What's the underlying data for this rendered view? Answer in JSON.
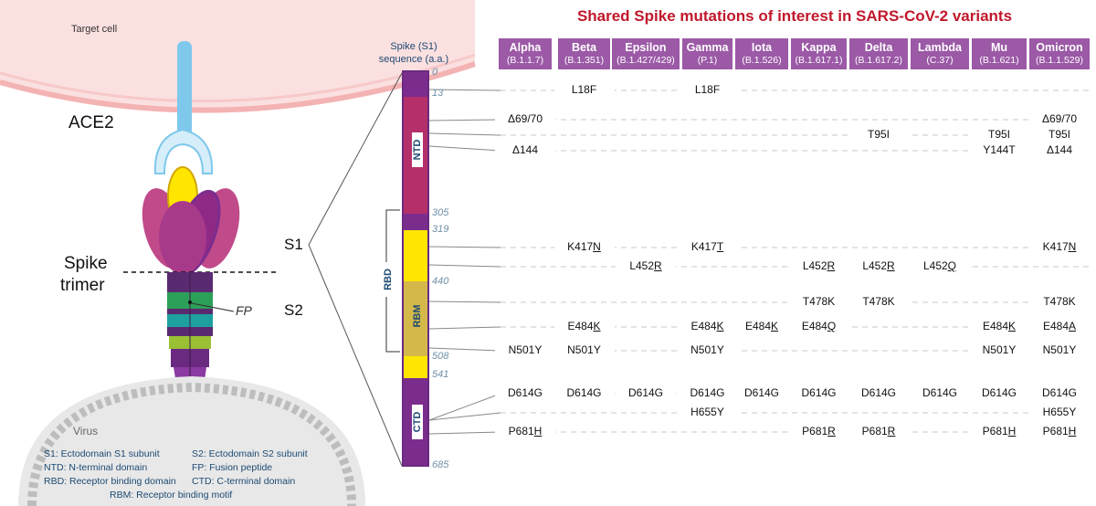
{
  "title": "Shared Spike mutations of interest in SARS-CoV-2 variants",
  "labels": {
    "target_cell": "Target cell",
    "ace2": "ACE2",
    "spike_trimer_1": "Spike",
    "spike_trimer_2": "trimer",
    "s1": "S1",
    "s2": "S2",
    "fp": "FP",
    "virus": "Virus",
    "sequence_header_1": "Spike (S1)",
    "sequence_header_2": "sequence (a.a.)"
  },
  "domains": {
    "ntd": "NTD",
    "rbd": "RBD",
    "rbm": "RBM",
    "ctd": "CTD"
  },
  "legend": {
    "s1": "S1: Ectodomain S1 subunit",
    "s2": "S2: Ectodomain S2 subunit",
    "ntd": "NTD: N-terminal domain",
    "fp": "FP: Fusion peptide",
    "rbd": "RBD: Receptor binding domain",
    "ctd": "CTD: C-terminal domain",
    "rbm": "RBM: Receptor binding motif"
  },
  "ticks": [
    "0",
    "13",
    "305",
    "319",
    "440",
    "508",
    "541",
    "685"
  ],
  "variants": [
    {
      "name": "Alpha",
      "lineage": "(B.1.1.7)"
    },
    {
      "name": "Beta",
      "lineage": "(B.1.351)"
    },
    {
      "name": "Epsilon",
      "lineage": "(B.1.427/429)"
    },
    {
      "name": "Gamma",
      "lineage": "(P.1)"
    },
    {
      "name": "Iota",
      "lineage": "(B.1.526)"
    },
    {
      "name": "Kappa",
      "lineage": "(B.1.617.1)"
    },
    {
      "name": "Delta",
      "lineage": "(B.1.617.2)"
    },
    {
      "name": "Lambda",
      "lineage": "(C.37)"
    },
    {
      "name": "Mu",
      "lineage": "(B.1.621)"
    },
    {
      "name": "Omicron",
      "lineage": "(B.1.1.529)"
    }
  ],
  "mutation_rows": [
    {
      "cells": [
        "",
        "L18F",
        "",
        "L18F",
        "",
        "",
        "",
        "",
        "",
        ""
      ]
    },
    {
      "cells": [
        "Δ69/70",
        "",
        "",
        "",
        "",
        "",
        "",
        "",
        "",
        "Δ69/70"
      ]
    },
    {
      "cells": [
        "",
        "",
        "",
        "",
        "",
        "",
        "T95I",
        "",
        "T95I",
        "T95I"
      ]
    },
    {
      "cells": [
        "Δ144",
        "",
        "",
        "",
        "",
        "",
        "",
        "",
        "Y144T",
        "Δ144"
      ]
    },
    {
      "cells": [
        "",
        "K417N",
        "",
        "K417T",
        "",
        "",
        "",
        "",
        "",
        "K417N"
      ]
    },
    {
      "cells": [
        "",
        "",
        "L452R",
        "",
        "",
        "L452R",
        "L452R",
        "L452Q",
        "",
        ""
      ]
    },
    {
      "cells": [
        "",
        "",
        "",
        "",
        "",
        "T478K",
        "T478K",
        "",
        "",
        "T478K"
      ]
    },
    {
      "cells": [
        "",
        "E484K",
        "",
        "E484K",
        "E484K",
        "E484Q",
        "",
        "",
        "E484K",
        "E484A"
      ]
    },
    {
      "cells": [
        "N501Y",
        "N501Y",
        "",
        "N501Y",
        "",
        "",
        "",
        "",
        "N501Y",
        "N501Y"
      ]
    },
    {
      "cells": [
        "D614G",
        "D614G",
        "D614G",
        "D614G",
        "D614G",
        "D614G",
        "D614G",
        "D614G",
        "D614G",
        "D614G"
      ]
    },
    {
      "cells": [
        "",
        "",
        "",
        "H655Y",
        "",
        "",
        "",
        "",
        "",
        "H655Y"
      ]
    },
    {
      "cells": [
        "P681H",
        "",
        "",
        "",
        "",
        "P681R",
        "P681R",
        "",
        "P681H",
        "P681H"
      ]
    }
  ],
  "colors": {
    "title": "#c0182b",
    "header": "#9b59a6",
    "ntd": "#b5306a",
    "linker": "#7b2d8e",
    "rbd": "#ffe600",
    "rbm": "#d4b84a",
    "ctd": "#7b2d8e",
    "ace2": "#7ec8ec",
    "membrane": "#f4b3b3"
  }
}
